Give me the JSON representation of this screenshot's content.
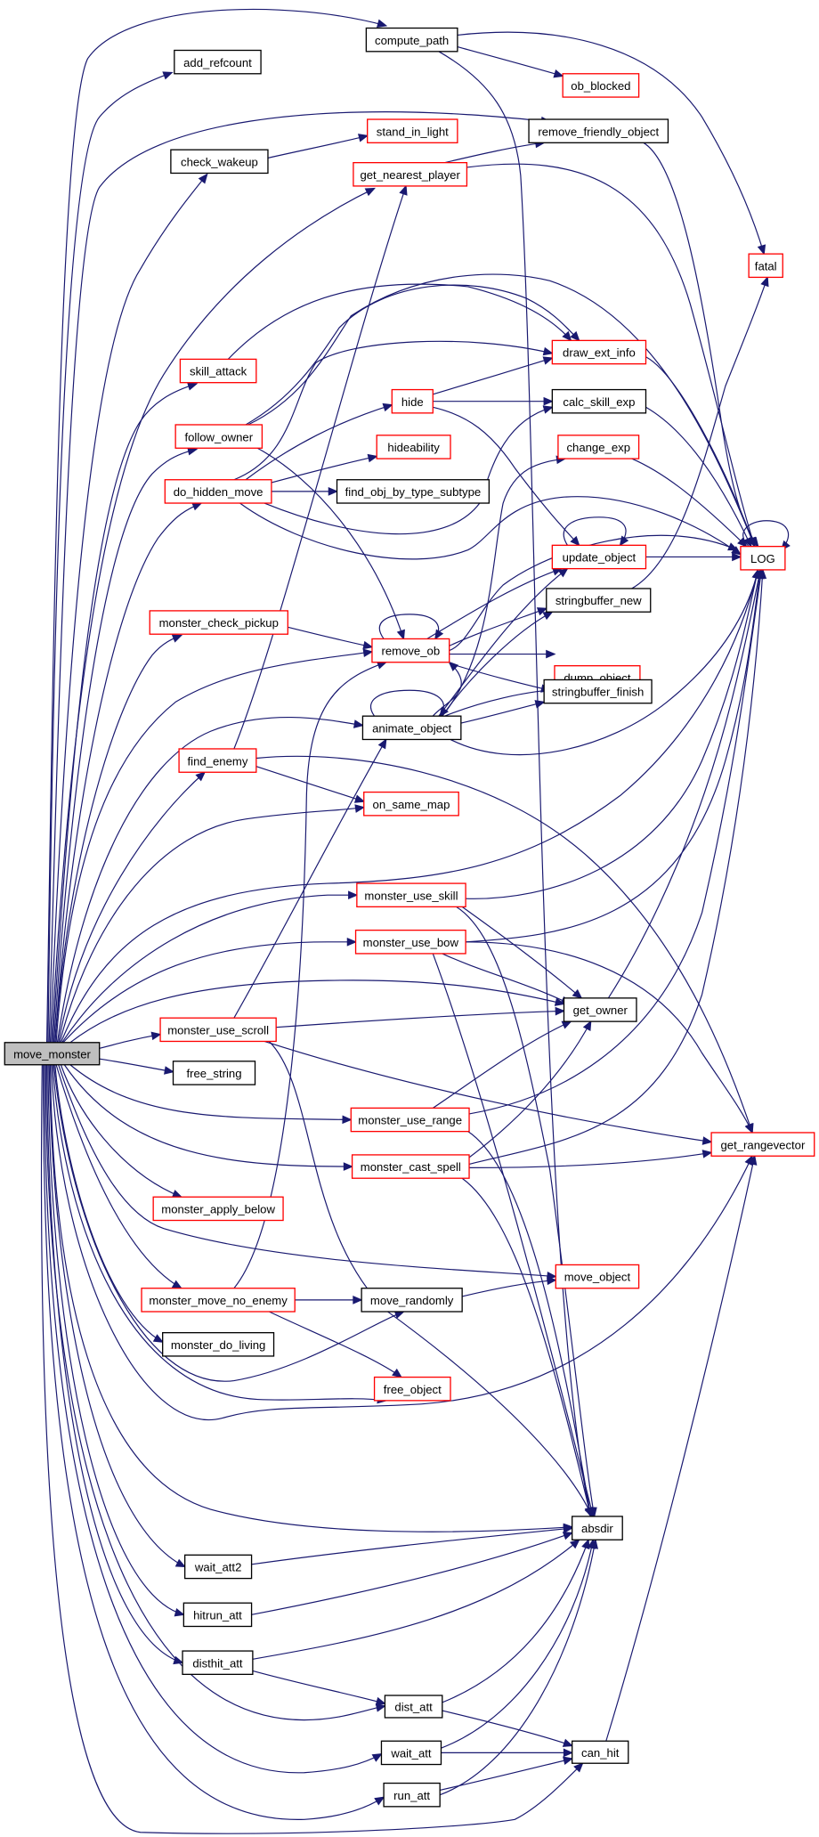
{
  "title": "move_monster call graph",
  "colors": {
    "edge": "#191970",
    "root_fill": "#bfbfbf",
    "documented_border": "#000000",
    "undocumented_border": "#ff0000"
  },
  "root": "move_monster",
  "nodes": [
    {
      "id": "move_monster",
      "label": "move_monster",
      "style": "root"
    },
    {
      "id": "compute_path",
      "label": "compute_path",
      "style": "black"
    },
    {
      "id": "add_refcount",
      "label": "add_refcount",
      "style": "black"
    },
    {
      "id": "ob_blocked",
      "label": "ob_blocked",
      "style": "red"
    },
    {
      "id": "remove_friendly_object",
      "label": "remove_friendly_object",
      "style": "black"
    },
    {
      "id": "stand_in_light",
      "label": "stand_in_light",
      "style": "red"
    },
    {
      "id": "check_wakeup",
      "label": "check_wakeup",
      "style": "black"
    },
    {
      "id": "get_nearest_player",
      "label": "get_nearest_player",
      "style": "red"
    },
    {
      "id": "fatal",
      "label": "fatal",
      "style": "red"
    },
    {
      "id": "draw_ext_info",
      "label": "draw_ext_info",
      "style": "red"
    },
    {
      "id": "skill_attack",
      "label": "skill_attack",
      "style": "red"
    },
    {
      "id": "hide",
      "label": "hide",
      "style": "red"
    },
    {
      "id": "calc_skill_exp",
      "label": "calc_skill_exp",
      "style": "black"
    },
    {
      "id": "follow_owner",
      "label": "follow_owner",
      "style": "red"
    },
    {
      "id": "hideability",
      "label": "hideability",
      "style": "red"
    },
    {
      "id": "change_exp",
      "label": "change_exp",
      "style": "red"
    },
    {
      "id": "do_hidden_move",
      "label": "do_hidden_move",
      "style": "red"
    },
    {
      "id": "find_obj_by_type_subtype",
      "label": "find_obj_by_type_subtype",
      "style": "black"
    },
    {
      "id": "update_object",
      "label": "update_object",
      "style": "red"
    },
    {
      "id": "LOG",
      "label": "LOG",
      "style": "red"
    },
    {
      "id": "stringbuffer_new",
      "label": "stringbuffer_new",
      "style": "black"
    },
    {
      "id": "monster_check_pickup",
      "label": "monster_check_pickup",
      "style": "red"
    },
    {
      "id": "remove_ob",
      "label": "remove_ob",
      "style": "red"
    },
    {
      "id": "dump_object",
      "label": "dump_object",
      "style": "red"
    },
    {
      "id": "stringbuffer_finish",
      "label": "stringbuffer_finish",
      "style": "black"
    },
    {
      "id": "animate_object",
      "label": "animate_object",
      "style": "black"
    },
    {
      "id": "find_enemy",
      "label": "find_enemy",
      "style": "red"
    },
    {
      "id": "on_same_map",
      "label": "on_same_map",
      "style": "red"
    },
    {
      "id": "monster_use_skill",
      "label": "monster_use_skill",
      "style": "red"
    },
    {
      "id": "monster_use_bow",
      "label": "monster_use_bow",
      "style": "red"
    },
    {
      "id": "get_owner",
      "label": "get_owner",
      "style": "black"
    },
    {
      "id": "monster_use_scroll",
      "label": "monster_use_scroll",
      "style": "red"
    },
    {
      "id": "free_string",
      "label": "free_string",
      "style": "black"
    },
    {
      "id": "monster_use_range",
      "label": "monster_use_range",
      "style": "red"
    },
    {
      "id": "get_rangevector",
      "label": "get_rangevector",
      "style": "red"
    },
    {
      "id": "monster_cast_spell",
      "label": "monster_cast_spell",
      "style": "red"
    },
    {
      "id": "monster_apply_below",
      "label": "monster_apply_below",
      "style": "red"
    },
    {
      "id": "move_object",
      "label": "move_object",
      "style": "red"
    },
    {
      "id": "monster_move_no_enemy",
      "label": "monster_move_no_enemy",
      "style": "red"
    },
    {
      "id": "move_randomly",
      "label": "move_randomly",
      "style": "black"
    },
    {
      "id": "monster_do_living",
      "label": "monster_do_living",
      "style": "black"
    },
    {
      "id": "free_object",
      "label": "free_object",
      "style": "red"
    },
    {
      "id": "absdir",
      "label": "absdir",
      "style": "black"
    },
    {
      "id": "wait_att2",
      "label": "wait_att2",
      "style": "black"
    },
    {
      "id": "hitrun_att",
      "label": "hitrun_att",
      "style": "black"
    },
    {
      "id": "disthit_att",
      "label": "disthit_att",
      "style": "black"
    },
    {
      "id": "dist_att",
      "label": "dist_att",
      "style": "black"
    },
    {
      "id": "wait_att",
      "label": "wait_att",
      "style": "black"
    },
    {
      "id": "can_hit",
      "label": "can_hit",
      "style": "black"
    },
    {
      "id": "run_att",
      "label": "run_att",
      "style": "black"
    }
  ],
  "edges": [
    {
      "from": "move_monster",
      "to": "compute_path"
    },
    {
      "from": "move_monster",
      "to": "add_refcount"
    },
    {
      "from": "move_monster",
      "to": "remove_friendly_object"
    },
    {
      "from": "move_monster",
      "to": "check_wakeup"
    },
    {
      "from": "move_monster",
      "to": "get_nearest_player"
    },
    {
      "from": "move_monster",
      "to": "skill_attack"
    },
    {
      "from": "move_monster",
      "to": "follow_owner"
    },
    {
      "from": "move_monster",
      "to": "do_hidden_move"
    },
    {
      "from": "move_monster",
      "to": "monster_check_pickup"
    },
    {
      "from": "move_monster",
      "to": "remove_ob"
    },
    {
      "from": "move_monster",
      "to": "animate_object"
    },
    {
      "from": "move_monster",
      "to": "find_enemy"
    },
    {
      "from": "move_monster",
      "to": "on_same_map"
    },
    {
      "from": "move_monster",
      "to": "LOG"
    },
    {
      "from": "move_monster",
      "to": "monster_use_skill"
    },
    {
      "from": "move_monster",
      "to": "monster_use_bow"
    },
    {
      "from": "move_monster",
      "to": "get_owner"
    },
    {
      "from": "move_monster",
      "to": "monster_use_scroll"
    },
    {
      "from": "move_monster",
      "to": "free_string"
    },
    {
      "from": "move_monster",
      "to": "monster_use_range"
    },
    {
      "from": "move_monster",
      "to": "monster_cast_spell"
    },
    {
      "from": "move_monster",
      "to": "monster_apply_below"
    },
    {
      "from": "move_monster",
      "to": "move_object"
    },
    {
      "from": "move_monster",
      "to": "monster_move_no_enemy"
    },
    {
      "from": "move_monster",
      "to": "monster_do_living"
    },
    {
      "from": "move_monster",
      "to": "move_randomly"
    },
    {
      "from": "move_monster",
      "to": "free_object"
    },
    {
      "from": "move_monster",
      "to": "get_rangevector"
    },
    {
      "from": "move_monster",
      "to": "absdir"
    },
    {
      "from": "move_monster",
      "to": "wait_att2"
    },
    {
      "from": "move_monster",
      "to": "hitrun_att"
    },
    {
      "from": "move_monster",
      "to": "disthit_att"
    },
    {
      "from": "move_monster",
      "to": "dist_att"
    },
    {
      "from": "move_monster",
      "to": "wait_att"
    },
    {
      "from": "move_monster",
      "to": "run_att"
    },
    {
      "from": "move_monster",
      "to": "can_hit"
    },
    {
      "from": "compute_path",
      "to": "ob_blocked"
    },
    {
      "from": "compute_path",
      "to": "fatal"
    },
    {
      "from": "compute_path",
      "to": "absdir"
    },
    {
      "from": "check_wakeup",
      "to": "stand_in_light"
    },
    {
      "from": "get_nearest_player",
      "to": "remove_friendly_object"
    },
    {
      "from": "get_nearest_player",
      "to": "LOG"
    },
    {
      "from": "remove_friendly_object",
      "to": "LOG"
    },
    {
      "from": "skill_attack",
      "to": "draw_ext_info"
    },
    {
      "from": "follow_owner",
      "to": "draw_ext_info"
    },
    {
      "from": "follow_owner",
      "to": "LOG"
    },
    {
      "from": "follow_owner",
      "to": "remove_ob"
    },
    {
      "from": "do_hidden_move",
      "to": "hide"
    },
    {
      "from": "do_hidden_move",
      "to": "hideability"
    },
    {
      "from": "do_hidden_move",
      "to": "find_obj_by_type_subtype"
    },
    {
      "from": "do_hidden_move",
      "to": "draw_ext_info"
    },
    {
      "from": "do_hidden_move",
      "to": "calc_skill_exp"
    },
    {
      "from": "do_hidden_move",
      "to": "LOG"
    },
    {
      "from": "hide",
      "to": "draw_ext_info"
    },
    {
      "from": "hide",
      "to": "calc_skill_exp"
    },
    {
      "from": "hide",
      "to": "update_object"
    },
    {
      "from": "draw_ext_info",
      "to": "LOG"
    },
    {
      "from": "calc_skill_exp",
      "to": "LOG"
    },
    {
      "from": "change_exp",
      "to": "LOG"
    },
    {
      "from": "update_object",
      "to": "update_object"
    },
    {
      "from": "update_object",
      "to": "LOG"
    },
    {
      "from": "LOG",
      "to": "LOG"
    },
    {
      "from": "stringbuffer_new",
      "to": "fatal"
    },
    {
      "from": "monster_check_pickup",
      "to": "remove_ob"
    },
    {
      "from": "remove_ob",
      "to": "remove_ob"
    },
    {
      "from": "remove_ob",
      "to": "update_object"
    },
    {
      "from": "remove_ob",
      "to": "stringbuffer_new"
    },
    {
      "from": "remove_ob",
      "to": "dump_object"
    },
    {
      "from": "remove_ob",
      "to": "stringbuffer_finish"
    },
    {
      "from": "remove_ob",
      "to": "LOG"
    },
    {
      "from": "animate_object",
      "to": "animate_object"
    },
    {
      "from": "animate_object",
      "to": "update_object"
    },
    {
      "from": "animate_object",
      "to": "stringbuffer_new"
    },
    {
      "from": "animate_object",
      "to": "dump_object"
    },
    {
      "from": "animate_object",
      "to": "stringbuffer_finish"
    },
    {
      "from": "animate_object",
      "to": "change_exp"
    },
    {
      "from": "animate_object",
      "to": "remove_ob"
    },
    {
      "from": "animate_object",
      "to": "LOG"
    },
    {
      "from": "find_enemy",
      "to": "get_nearest_player"
    },
    {
      "from": "find_enemy",
      "to": "on_same_map"
    },
    {
      "from": "find_enemy",
      "to": "get_rangevector"
    },
    {
      "from": "monster_use_skill",
      "to": "LOG"
    },
    {
      "from": "monster_use_skill",
      "to": "get_owner"
    },
    {
      "from": "monster_use_skill",
      "to": "absdir"
    },
    {
      "from": "monster_use_bow",
      "to": "LOG"
    },
    {
      "from": "monster_use_bow",
      "to": "get_owner"
    },
    {
      "from": "monster_use_bow",
      "to": "get_rangevector"
    },
    {
      "from": "monster_use_bow",
      "to": "absdir"
    },
    {
      "from": "get_owner",
      "to": "LOG"
    },
    {
      "from": "monster_use_scroll",
      "to": "animate_object"
    },
    {
      "from": "monster_use_scroll",
      "to": "get_owner"
    },
    {
      "from": "monster_use_scroll",
      "to": "get_rangevector"
    },
    {
      "from": "monster_use_scroll",
      "to": "absdir"
    },
    {
      "from": "monster_use_range",
      "to": "get_owner"
    },
    {
      "from": "monster_use_range",
      "to": "LOG"
    },
    {
      "from": "monster_use_range",
      "to": "absdir"
    },
    {
      "from": "monster_cast_spell",
      "to": "get_owner"
    },
    {
      "from": "monster_cast_spell",
      "to": "LOG"
    },
    {
      "from": "monster_cast_spell",
      "to": "get_rangevector"
    },
    {
      "from": "monster_cast_spell",
      "to": "absdir"
    },
    {
      "from": "monster_move_no_enemy",
      "to": "remove_ob"
    },
    {
      "from": "monster_move_no_enemy",
      "to": "move_randomly"
    },
    {
      "from": "monster_move_no_enemy",
      "to": "free_object"
    },
    {
      "from": "move_randomly",
      "to": "move_object"
    },
    {
      "from": "wait_att2",
      "to": "absdir"
    },
    {
      "from": "hitrun_att",
      "to": "absdir"
    },
    {
      "from": "disthit_att",
      "to": "absdir"
    },
    {
      "from": "disthit_att",
      "to": "dist_att"
    },
    {
      "from": "dist_att",
      "to": "absdir"
    },
    {
      "from": "dist_att",
      "to": "can_hit"
    },
    {
      "from": "wait_att",
      "to": "absdir"
    },
    {
      "from": "wait_att",
      "to": "can_hit"
    },
    {
      "from": "run_att",
      "to": "absdir"
    },
    {
      "from": "run_att",
      "to": "can_hit"
    },
    {
      "from": "can_hit",
      "to": "get_rangevector"
    }
  ]
}
